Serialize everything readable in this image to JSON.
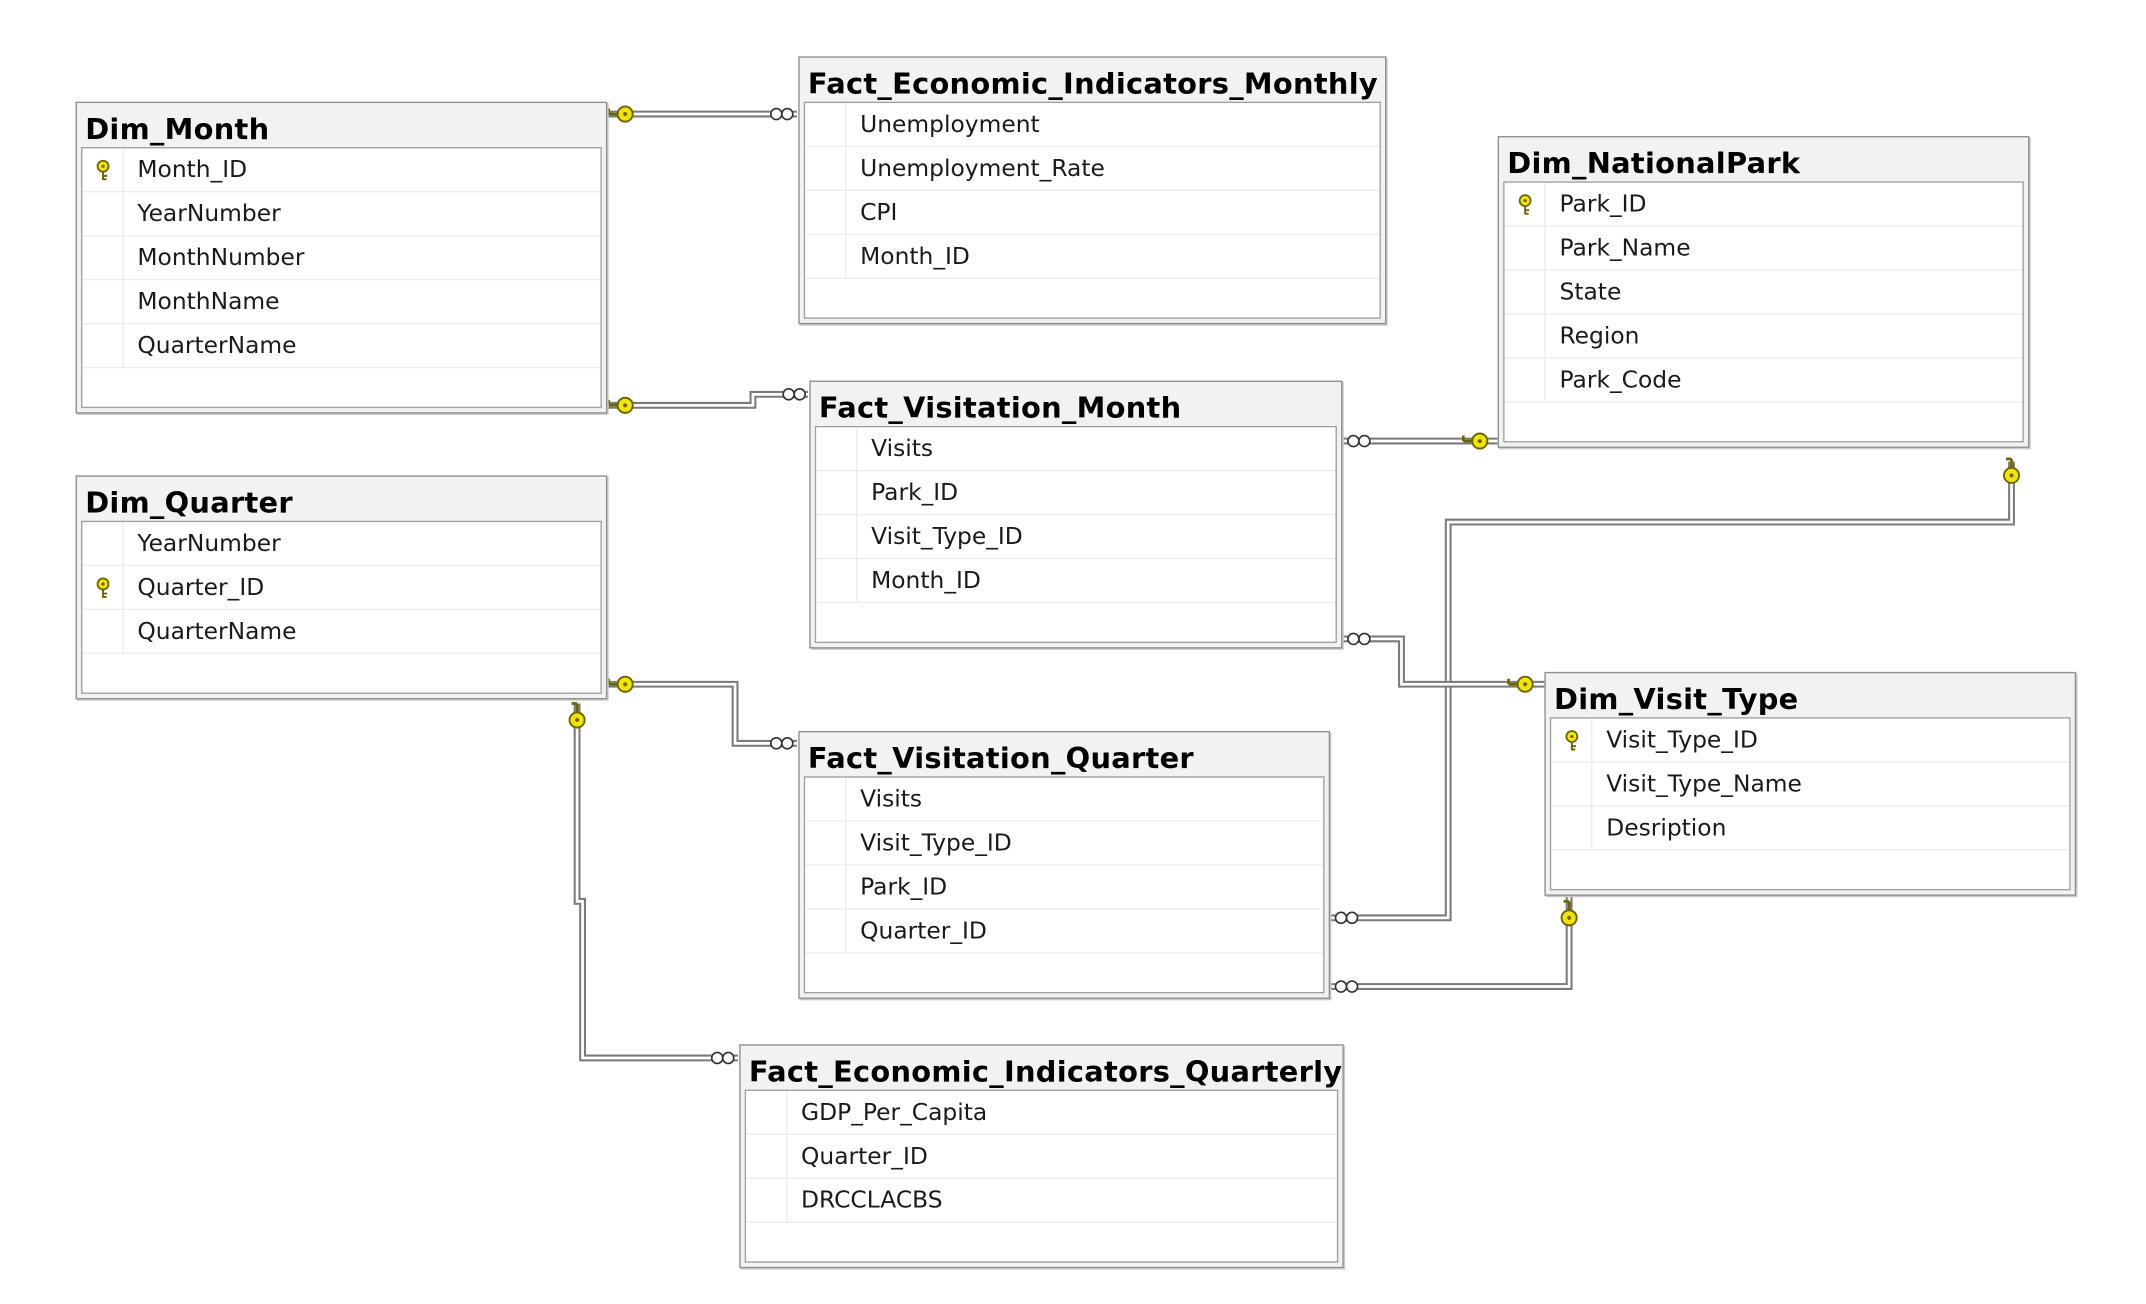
{
  "tables": {
    "dim_month": {
      "title": "Dim_Month",
      "columns": [
        {
          "name": "Month_ID",
          "primary_key": true
        },
        {
          "name": "YearNumber",
          "primary_key": false
        },
        {
          "name": "MonthNumber",
          "primary_key": false
        },
        {
          "name": "MonthName",
          "primary_key": false
        },
        {
          "name": "QuarterName",
          "primary_key": false
        }
      ]
    },
    "dim_quarter": {
      "title": "Dim_Quarter",
      "columns": [
        {
          "name": "YearNumber",
          "primary_key": false
        },
        {
          "name": "Quarter_ID",
          "primary_key": true
        },
        {
          "name": "QuarterName",
          "primary_key": false
        }
      ]
    },
    "fact_econ_monthly": {
      "title": "Fact_Economic_Indicators_Monthly",
      "columns": [
        {
          "name": "Unemployment",
          "primary_key": false
        },
        {
          "name": "Unemployment_Rate",
          "primary_key": false
        },
        {
          "name": "CPI",
          "primary_key": false
        },
        {
          "name": "Month_ID",
          "primary_key": false
        }
      ]
    },
    "fact_visitation_month": {
      "title": "Fact_Visitation_Month",
      "columns": [
        {
          "name": "Visits",
          "primary_key": false
        },
        {
          "name": "Park_ID",
          "primary_key": false
        },
        {
          "name": "Visit_Type_ID",
          "primary_key": false
        },
        {
          "name": "Month_ID",
          "primary_key": false
        }
      ]
    },
    "fact_visitation_quarter": {
      "title": "Fact_Visitation_Quarter",
      "columns": [
        {
          "name": "Visits",
          "primary_key": false
        },
        {
          "name": "Visit_Type_ID",
          "primary_key": false
        },
        {
          "name": "Park_ID",
          "primary_key": false
        },
        {
          "name": "Quarter_ID",
          "primary_key": false
        }
      ]
    },
    "fact_econ_quarterly": {
      "title": "Fact_Economic_Indicators_Quarterly",
      "columns": [
        {
          "name": "GDP_Per_Capita",
          "primary_key": false
        },
        {
          "name": "Quarter_ID",
          "primary_key": false
        },
        {
          "name": "DRCCLACBS",
          "primary_key": false
        }
      ]
    },
    "dim_nationalpark": {
      "title": "Dim_NationalPark",
      "columns": [
        {
          "name": "Park_ID",
          "primary_key": true
        },
        {
          "name": "Park_Name",
          "primary_key": false
        },
        {
          "name": "State",
          "primary_key": false
        },
        {
          "name": "Region",
          "primary_key": false
        },
        {
          "name": "Park_Code",
          "primary_key": false
        }
      ]
    },
    "dim_visit_type": {
      "title": "Dim_Visit_Type",
      "columns": [
        {
          "name": "Visit_Type_ID",
          "primary_key": true
        },
        {
          "name": "Visit_Type_Name",
          "primary_key": false
        },
        {
          "name": "Desription",
          "primary_key": false
        }
      ]
    }
  },
  "relationships": [
    {
      "from": "dim_month",
      "to": "fact_econ_monthly"
    },
    {
      "from": "dim_month",
      "to": "fact_visitation_month"
    },
    {
      "from": "dim_quarter",
      "to": "fact_visitation_quarter"
    },
    {
      "from": "dim_quarter",
      "to": "fact_econ_quarterly"
    },
    {
      "from": "dim_nationalpark",
      "to": "fact_visitation_month"
    },
    {
      "from": "dim_nationalpark",
      "to": "fact_visitation_quarter"
    },
    {
      "from": "dim_visit_type",
      "to": "fact_visitation_month"
    },
    {
      "from": "dim_visit_type",
      "to": "fact_visitation_quarter"
    }
  ],
  "colors": {
    "key_fill": "#f2e600",
    "key_stroke": "#6b6500",
    "line": "#7a7a7a",
    "header_bg": "#f2f2f2"
  }
}
